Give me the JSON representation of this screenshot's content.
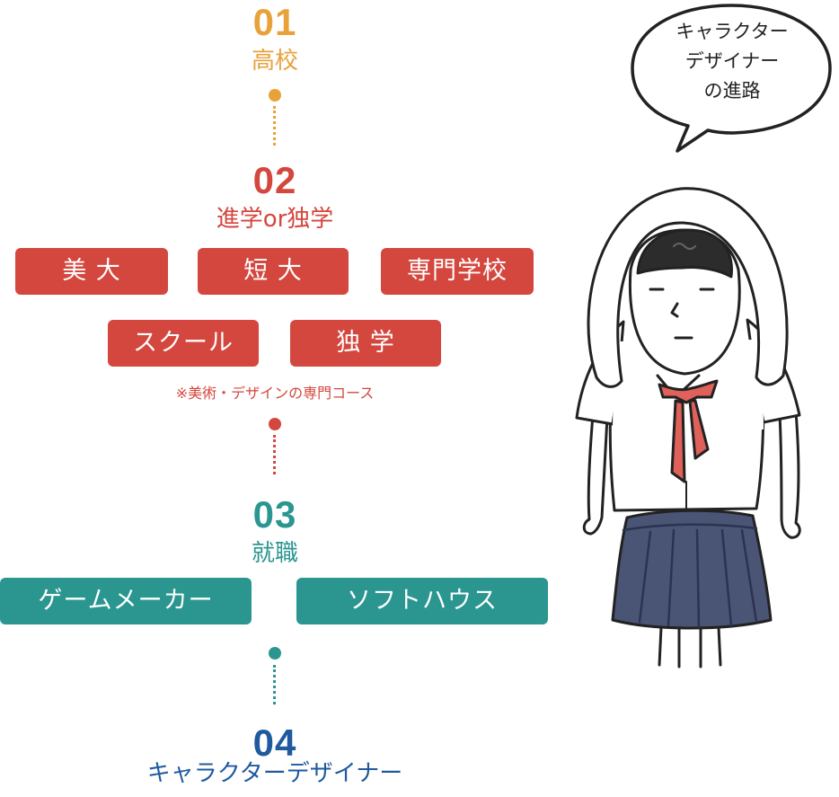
{
  "colors": {
    "step1": "#e8a23a",
    "step2": "#d4473e",
    "step3": "#2b9690",
    "step4": "#1f5a9e",
    "skirt": "#4a5576",
    "tie": "#e0605a"
  },
  "steps": [
    {
      "number": "01",
      "label": "高校"
    },
    {
      "number": "02",
      "label": "進学or独学"
    },
    {
      "number": "03",
      "label": "就職"
    },
    {
      "number": "04",
      "label": "キャラクターデザイナー"
    }
  ],
  "options_step2": [
    "美 大",
    "短 大",
    "専門学校",
    "スクール",
    "独 学"
  ],
  "note": "※美術・デザインの専門コース",
  "options_step3": [
    "ゲームメーカー",
    "ソフトハウス"
  ],
  "bubble": {
    "lines": [
      "キャラクター",
      "デザイナー",
      "の進路"
    ]
  },
  "illustration": {
    "description_icon": "schoolgirl-illustration"
  }
}
